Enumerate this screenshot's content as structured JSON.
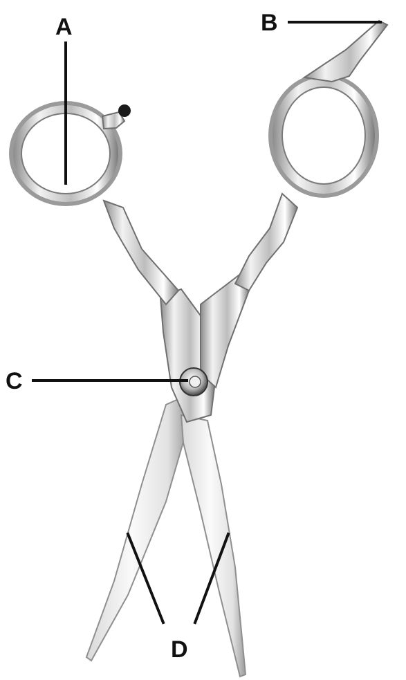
{
  "diagram": {
    "subject": "scissors",
    "labels": {
      "a": "A",
      "b": "B",
      "c": "C",
      "d": "D"
    },
    "colors": {
      "background": "#ffffff",
      "line": "#111111",
      "steel_light": "#f4f4f4",
      "steel_mid": "#c9c9c9",
      "steel_dark": "#555555"
    }
  }
}
